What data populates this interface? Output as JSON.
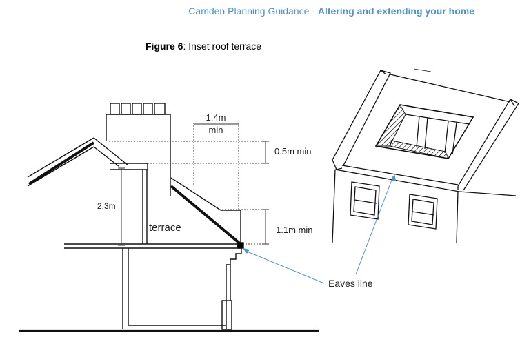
{
  "header": {
    "prefix": "Camden Planning Guidance - ",
    "title": "Altering and extending your home"
  },
  "figure": {
    "number": "Figure 6",
    "separator": ": ",
    "caption": "Inset roof terrace"
  },
  "labels": {
    "width_top": "1.4m",
    "width_bottom": "min",
    "height_upper": "0.5m min",
    "height_lower": "1.1m min",
    "height_side": "2.3m",
    "terrace": "terrace",
    "eaves": "Eaves line"
  },
  "colors": {
    "header_text": "#4f93c9",
    "leader_line": "#4f93c9"
  }
}
